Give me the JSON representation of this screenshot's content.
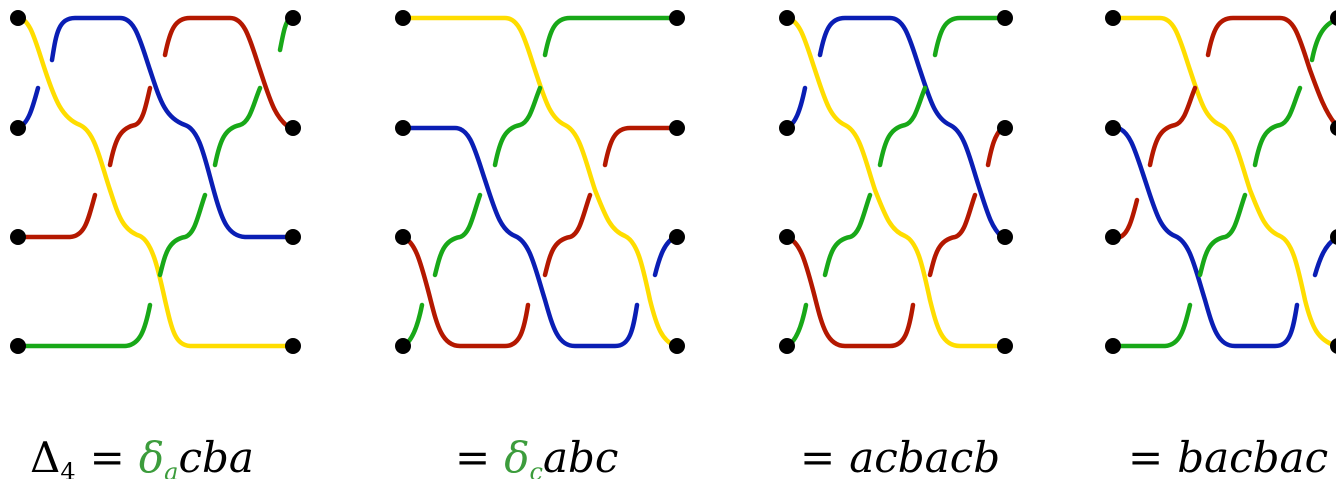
{
  "colors": {
    "yellow": "#ffdd00",
    "blue": "#0a1eb4",
    "red": "#b41800",
    "green": "#18a818",
    "label_green": "#3c9c3c",
    "text": "#000000"
  },
  "panels": [
    {
      "id": "delta4",
      "label": {
        "prefix": "Δ",
        "prefix_sub": "4",
        "eq": "=",
        "green_main": "δ",
        "green_sub": "a",
        "rest": "cba"
      },
      "strands": [
        {
          "color": "yellow",
          "path_from": "top-left",
          "path_to": "bottom-right"
        },
        {
          "color": "blue",
          "path_from": "middle-left",
          "path_to": "third-right"
        },
        {
          "color": "red",
          "path_from": "third-left",
          "path_to": "second-right"
        },
        {
          "color": "green",
          "path_from": "bottom-left",
          "path_to": "top-right"
        }
      ]
    },
    {
      "id": "deltac-abc",
      "label": {
        "eq": "=",
        "green_main": "δ",
        "green_sub": "c",
        "rest": "abc"
      }
    },
    {
      "id": "acbacb",
      "label": {
        "eq": "=",
        "rest": "acbacb"
      }
    },
    {
      "id": "bacbac",
      "label": {
        "eq": "=",
        "rest": "bacbac"
      }
    }
  ]
}
